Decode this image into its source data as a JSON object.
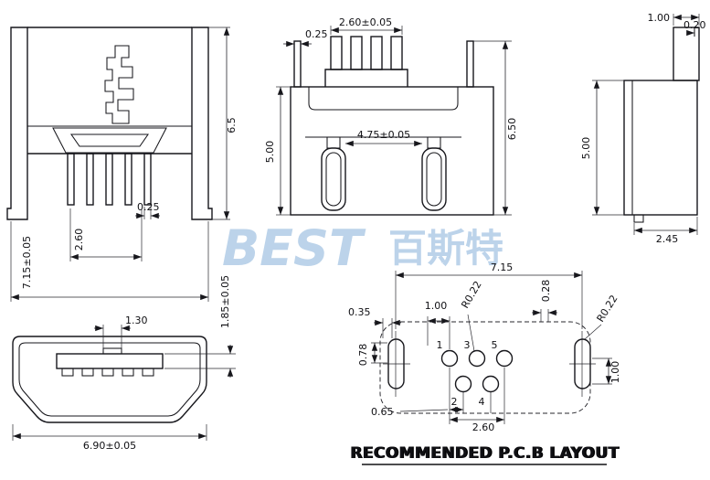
{
  "watermark": {
    "brand": "BEST",
    "brand_cn": "百斯特",
    "color": "#b5cfe8"
  },
  "front_view": {
    "height": "6.5",
    "pin_width": "0.25",
    "pin_span": "2.60",
    "body_width": "7.15±0.05"
  },
  "section_view": {
    "post_width": "0.25",
    "comb_width": "2.60±0.05",
    "body_height": "5.00",
    "contact_span": "4.75±0.05",
    "overall_height": "6.50"
  },
  "side_view": {
    "top_width": "1.00",
    "lip_width": "0.20",
    "body_height": "5.00",
    "base_depth": "2.45"
  },
  "face_view": {
    "tab_width": "1.30",
    "tongue_thickness": "1.85±0.05",
    "shell_width": "6.90±0.05"
  },
  "pcb_layout": {
    "title": "RECOMMENDED P.C.B LAYOUT",
    "slot_span": "7.15",
    "edge_offset": "0.35",
    "pad_offset": "1.00",
    "pad_radius": "R0.22",
    "notch_offset": "0.28",
    "slot_radius": "R0.22",
    "slot_offset": "0.78",
    "row_pitch": "1.00",
    "pad_pitch": "0.65",
    "pad_span": "2.60",
    "pads": [
      "1",
      "2",
      "3",
      "4",
      "5"
    ]
  }
}
